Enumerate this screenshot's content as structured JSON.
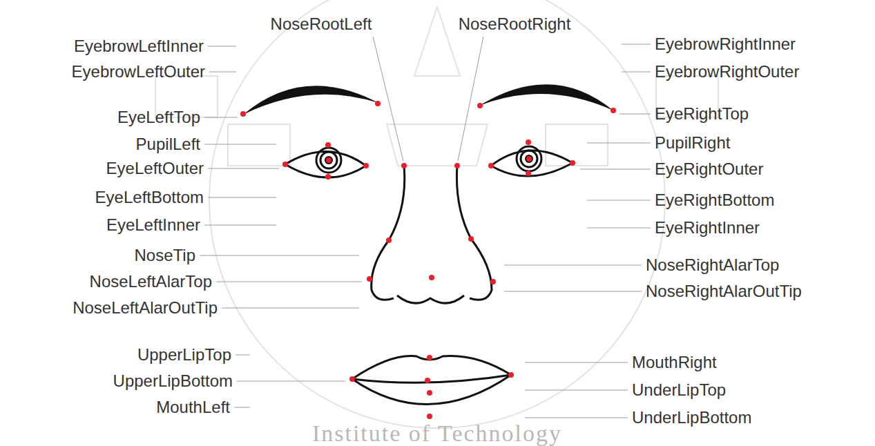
{
  "diagram": {
    "labels": [
      "NoseRootLeft",
      "NoseRootRight",
      "EyebrowLeftInner",
      "EyebrowLeftOuter",
      "EyeLeftTop",
      "PupilLeft",
      "EyeLeftOuter",
      "EyeLeftBottom",
      "EyeLeftInner",
      "NoseTip",
      "NoseLeftAlarTop",
      "NoseLeftAlarOutTip",
      "UpperLipTop",
      "UpperLipBottom",
      "MouthLeft",
      "EyebrowRightInner",
      "EyebrowRightOuter",
      "EyeRightTop",
      "PupilRight",
      "EyeRightOuter",
      "EyeRightBottom",
      "EyeRightInner",
      "NoseRightAlarTop",
      "NoseRightAlarOutTip",
      "MouthRight",
      "UnderLipTop",
      "UnderLipBottom",
      "Institute of Technology"
    ]
  }
}
